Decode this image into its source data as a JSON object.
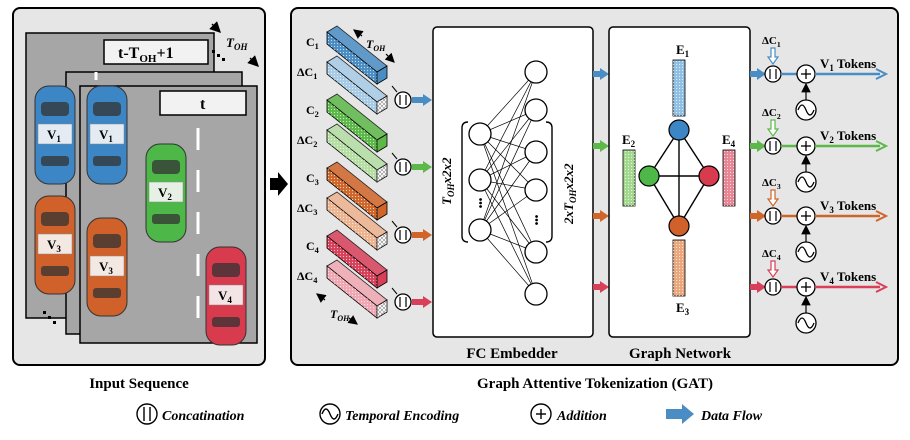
{
  "left_panel": {
    "frame_front_label": "t",
    "frame_back_label_main": "t-T",
    "frame_back_label_sub": "OH",
    "frame_back_label_tail": "+1",
    "time_label_main": "T",
    "time_label_sub": "OH",
    "caption": "Input Sequence",
    "vehicles": [
      {
        "label": "V",
        "index": "1",
        "color": "#3d86c6"
      },
      {
        "label": "V",
        "index": "2",
        "color": "#4db848"
      },
      {
        "label": "V",
        "index": "3",
        "color": "#d0612a"
      },
      {
        "label": "V",
        "index": "4",
        "color": "#d83a4e"
      }
    ]
  },
  "right_panel": {
    "caption": "Graph Attentive Tokenization (GAT)",
    "prism_time_main": "T",
    "prism_time_sub": "OH",
    "channels": [
      {
        "c_label": "C",
        "dc_label": "ΔC",
        "index": "1",
        "color": "#4a8dc4",
        "light": "#a7cbe6",
        "token": "Tokens"
      },
      {
        "c_label": "C",
        "dc_label": "ΔC",
        "index": "2",
        "color": "#5cb848",
        "light": "#b4dea2",
        "token": "Tokens"
      },
      {
        "c_label": "C",
        "dc_label": "ΔC",
        "index": "3",
        "color": "#d0652a",
        "light": "#eeb38f",
        "token": "Tokens"
      },
      {
        "c_label": "C",
        "dc_label": "ΔC",
        "index": "4",
        "color": "#d8405a",
        "light": "#f0a7b2",
        "token": "Tokens"
      }
    ],
    "fc_embedder": {
      "title": "FC Embedder",
      "input_dim_main": "T",
      "input_dim_sub": "OH",
      "input_dim_tail": "x2x2",
      "output_dim_head": "2xT",
      "output_dim_sub": "OH",
      "output_dim_tail": "x2x2",
      "ellipsis": "•••"
    },
    "graph_network": {
      "title": "Graph Network",
      "edges": [
        {
          "label": "E",
          "index": "1"
        },
        {
          "label": "E",
          "index": "2"
        },
        {
          "label": "E",
          "index": "3"
        },
        {
          "label": "E",
          "index": "4"
        }
      ]
    },
    "token_prefix": "V"
  },
  "legend": [
    {
      "symbol": "||",
      "label": "Concatination"
    },
    {
      "symbol": "~",
      "label": "Temporal Encoding"
    },
    {
      "symbol": "+",
      "label": "Addition"
    },
    {
      "symbol": "arrow",
      "label": "Data Flow",
      "color": "#4a8dc4"
    }
  ],
  "colors": {
    "panel_bg": "#e6e6e6",
    "road": "#a6a6a6",
    "outline": "#000000"
  }
}
